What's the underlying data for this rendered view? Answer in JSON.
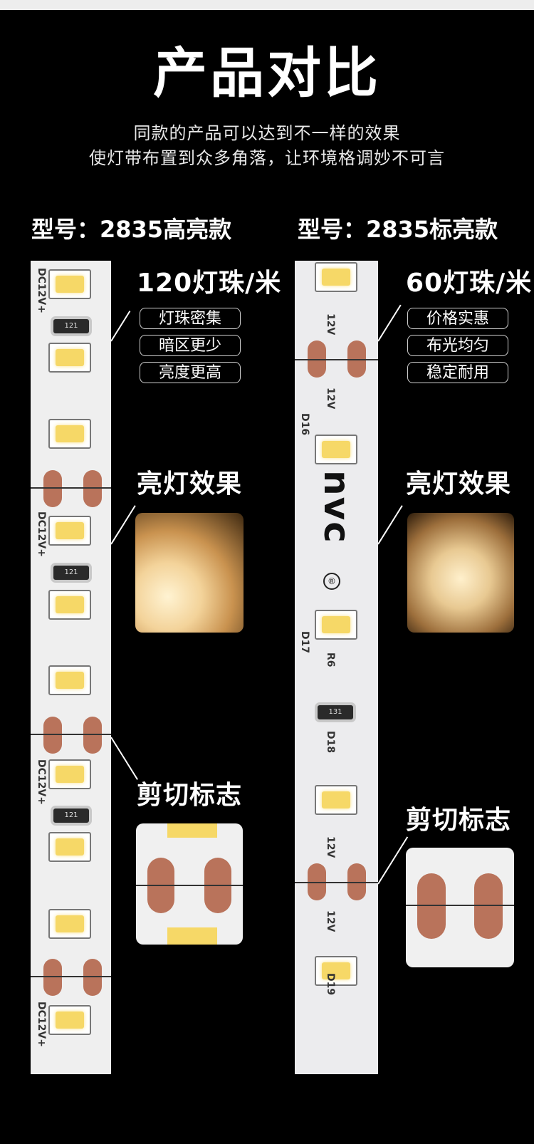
{
  "title": "产品对比",
  "subtitle": [
    "同款的产品可以达到不一样的效果",
    "使灯带布置到众多角落，让环境格调妙不可言"
  ],
  "left": {
    "model": "型号：2835高亮款",
    "bead_heading": "120灯珠/米",
    "tags": [
      "灯珠密集",
      "暗区更少",
      "亮度更高"
    ],
    "effect_heading": "亮灯效果",
    "cut_heading": "剪切标志",
    "strip_labels": {
      "voltage": "DC12V+",
      "resistor": "121"
    }
  },
  "right": {
    "model": "型号：2835标亮款",
    "bead_heading": "60灯珠/米",
    "tags": [
      "价格实惠",
      "布光均匀",
      "稳定耐用"
    ],
    "effect_heading": "亮灯效果",
    "cut_heading": "剪切标志",
    "strip_labels": {
      "voltage": "12V",
      "resistor": "131",
      "logo": "nvc",
      "d16": "D16",
      "d17": "D17",
      "d18": "D18",
      "d19": "D19",
      "r6": "R6",
      "registered": "®"
    }
  }
}
